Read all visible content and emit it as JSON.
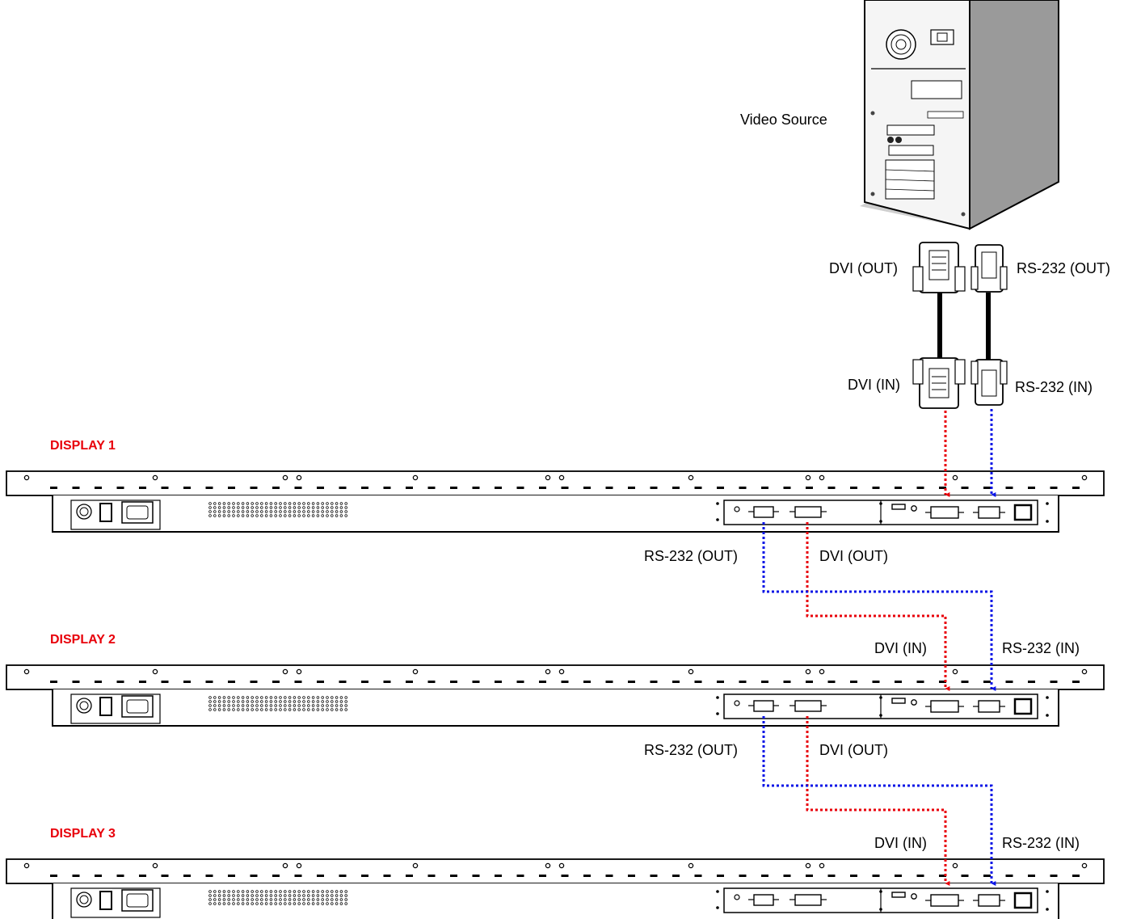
{
  "labels": {
    "video_source": "Video Source",
    "pc_dvi_out": "DVI (OUT)",
    "pc_rs232_out": "RS-232 (OUT)",
    "cable_dvi_in": "DVI (IN)",
    "cable_rs232_in": "RS-232 (IN)",
    "d1_rs232_out": "RS-232 (OUT)",
    "d1_dvi_out": "DVI (OUT)",
    "d2_dvi_in": "DVI (IN)",
    "d2_rs232_in": "RS-232 (IN)",
    "d2_rs232_out": "RS-232 (OUT)",
    "d2_dvi_out": "DVI (OUT)",
    "d3_dvi_in": "DVI (IN)",
    "d3_rs232_in": "RS-232 (IN)"
  },
  "displays": [
    {
      "title": "DISPLAY 1"
    },
    {
      "title": "DISPLAY 2"
    },
    {
      "title": "DISPLAY 3"
    }
  ],
  "colors": {
    "dvi_line": "#e8000a",
    "rs232_line": "#0a14e6",
    "title": "#e8000a"
  },
  "icons": [
    "pc-tower-icon",
    "dvi-connector-icon",
    "rs232-connector-icon",
    "display-rear-panel-icon"
  ]
}
